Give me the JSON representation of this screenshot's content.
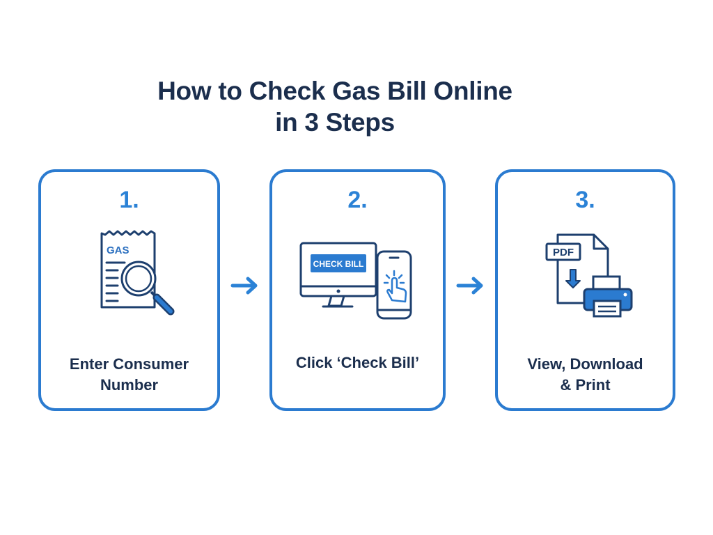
{
  "title": {
    "line1": "How to Check Gas Bill Online",
    "line2": "in 3 Steps"
  },
  "colors": {
    "title_text": "#1b2e4d",
    "accent_blue": "#2b7bd0",
    "icon_navy": "#1d3f6e"
  },
  "steps": [
    {
      "number": "1.",
      "icon": "gas-bill-search-icon",
      "icon_text": "GAS",
      "label_line1": "Enter Consumer",
      "label_line2": "Number"
    },
    {
      "number": "2.",
      "icon": "computer-phone-click-icon",
      "icon_text": "CHECK BILL",
      "label_line1": "Click ‘Check Bill’",
      "label_line2": ""
    },
    {
      "number": "3.",
      "icon": "pdf-download-print-icon",
      "icon_text": "PDF",
      "label_line1": "View, Download",
      "label_line2": "& Print"
    }
  ],
  "connectors": [
    "arrow-right-icon",
    "arrow-right-icon"
  ]
}
